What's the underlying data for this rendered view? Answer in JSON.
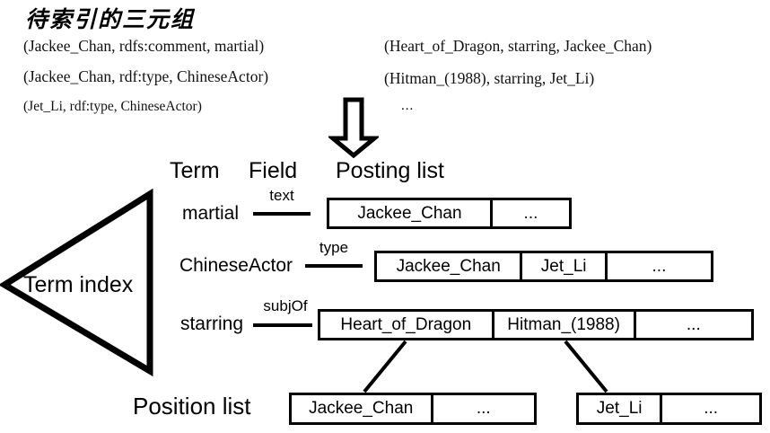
{
  "heading": "待索引的三元组",
  "triples": {
    "left_column": [
      "(Jackee_Chan, rdfs:comment, martial)",
      "(Jackee_Chan, rdf:type, ChineseActor)",
      "(Jet_Li, rdf:type, ChineseActor)"
    ],
    "right_column": [
      "(Heart_of_Dragon, starring, Jackee_Chan)",
      "(Hitman_(1988), starring, Jet_Li)"
    ],
    "right_column_ellipsis": "..."
  },
  "arrow": {
    "icon": "down-block-arrow-icon"
  },
  "headers": {
    "term": "Term",
    "field": "Field",
    "posting_list": "Posting list"
  },
  "term_index": {
    "label": "Term index",
    "shape": "left-pointing-triangle"
  },
  "rows": [
    {
      "term": "martial",
      "field": "text",
      "posting_cells": [
        "Jackee_Chan",
        "..."
      ]
    },
    {
      "term": "ChineseActor",
      "field": "type",
      "posting_cells": [
        "Jackee_Chan",
        "Jet_Li",
        "..."
      ]
    },
    {
      "term": "starring",
      "field": "subjOf",
      "posting_cells": [
        "Heart_of_Dragon",
        "Hitman_(1988)",
        "..."
      ]
    }
  ],
  "position_list": {
    "label": "Position list",
    "boxes": [
      {
        "cells": [
          "Jackee_Chan",
          "..."
        ]
      },
      {
        "cells": [
          "Jet_Li",
          "..."
        ]
      }
    ]
  },
  "colors": {
    "background": "#ffffff",
    "foreground": "#000000",
    "stroke": "#000000"
  }
}
